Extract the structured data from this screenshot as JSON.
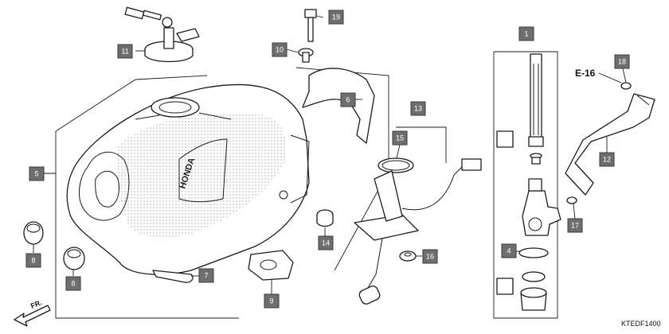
{
  "diagram": {
    "code": "KTEDF1400",
    "reference": "E-16",
    "direction": "FR.",
    "brand": "HONDA",
    "callouts": [
      "1",
      "4",
      "5",
      "6",
      "7",
      "8",
      "8",
      "9",
      "10",
      "11",
      "12",
      "13",
      "14",
      "15",
      "16",
      "17",
      "18",
      "19"
    ]
  }
}
